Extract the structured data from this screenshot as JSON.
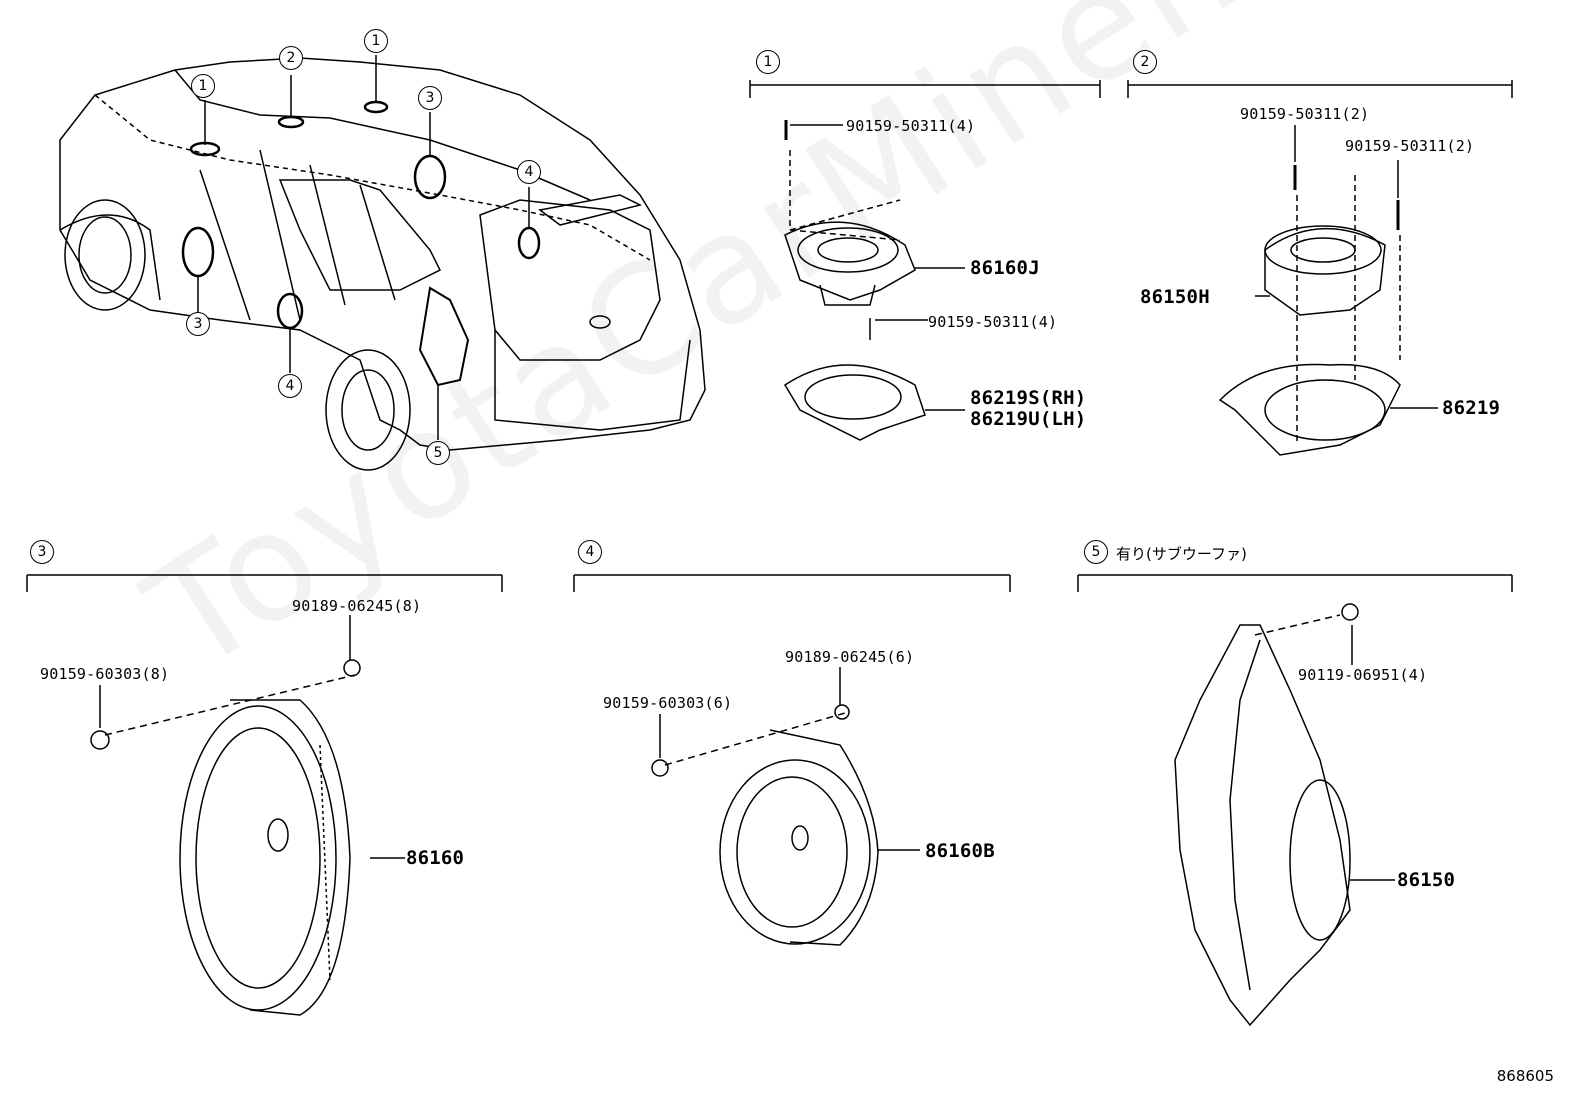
{
  "watermark": "ToyotaCarMiner.ru",
  "figure_number": "868605",
  "callouts": [
    "1",
    "2",
    "3",
    "4",
    "5"
  ],
  "groups": {
    "g1": {
      "num": "1",
      "labels": {
        "screw_top": "90159-50311(4)",
        "speaker": "86160J",
        "screw_mid": "90159-50311(4)",
        "bracket_rh": "86219S(RH)",
        "bracket_lh": "86219U(LH)"
      }
    },
    "g2": {
      "num": "2",
      "labels": {
        "screw_a": "90159-50311(2)",
        "screw_b": "90159-50311(2)",
        "speaker": "86150H",
        "bracket": "86219"
      }
    },
    "g3": {
      "num": "3",
      "labels": {
        "clip": "90189-06245(8)",
        "screw": "90159-60303(8)",
        "speaker": "86160"
      }
    },
    "g4": {
      "num": "4",
      "labels": {
        "clip": "90189-06245(6)",
        "screw": "90159-60303(6)",
        "speaker": "86160B"
      }
    },
    "g5": {
      "num": "5",
      "caption": "有り(サブウーファ)",
      "labels": {
        "screw": "90119-06951(4)",
        "subwoofer": "86150"
      }
    }
  }
}
